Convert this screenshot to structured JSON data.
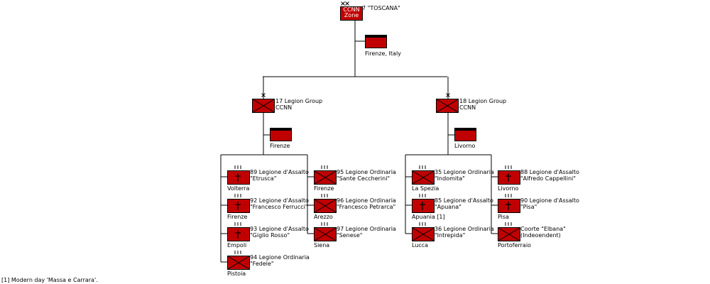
{
  "top": {
    "title": "7 \"TOSCANA\"",
    "symbol_lines": [
      "CCNN",
      "Zone"
    ],
    "hq_location": "Firenze, Italy"
  },
  "groups": [
    {
      "title_lines": [
        "17 Legion Group",
        "CCNN"
      ],
      "hq_location": "Firenze",
      "legions": [
        {
          "type": "assault",
          "lines": [
            "89 Legione d'Assalto",
            "\"Etrusca\""
          ],
          "location": "Volterra"
        },
        {
          "type": "assault",
          "lines": [
            "92 Legione d'Assalto",
            "\"Francesco Ferrucci\""
          ],
          "location": "Firenze"
        },
        {
          "type": "assault",
          "lines": [
            "93 Legione d'Assalto",
            "\"Giglio Rosso\""
          ],
          "location": "Empoli"
        },
        {
          "type": "ordinary",
          "lines": [
            "94 Legione Ordinaria",
            "\"Fedele\""
          ],
          "location": "Pistoia"
        },
        {
          "type": "ordinary",
          "lines": [
            "95 Legione Ordinaria",
            "\"Sante Ceccherini\""
          ],
          "location": "Firenze"
        },
        {
          "type": "ordinary",
          "lines": [
            "96 Legione Ordinaria",
            "\"Francesco Petrarca\""
          ],
          "location": "Arezzo"
        },
        {
          "type": "ordinary",
          "lines": [
            "97 Legione Ordinaria",
            "\"Senese\""
          ],
          "location": "Siena"
        }
      ]
    },
    {
      "title_lines": [
        "18 Legion Group",
        "CCNN"
      ],
      "hq_location": "Livorno",
      "legions": [
        {
          "type": "ordinary",
          "lines": [
            "35 Legione Ordinaria",
            "\"Indomita\""
          ],
          "location": "La Spezia"
        },
        {
          "type": "assault",
          "lines": [
            "85 Legione d'Assalto",
            "\"Apuana\""
          ],
          "location": "Apuania [1]"
        },
        {
          "type": "ordinary",
          "lines": [
            "36 Legione Ordinaria",
            "\"Intrepida\""
          ],
          "location": "Lucca"
        },
        {
          "type": "assault",
          "lines": [
            "88 Legione d'Assalto",
            "\"Alfredo Cappellini\""
          ],
          "location": "Livorno"
        },
        {
          "type": "assault",
          "lines": [
            "90 Legione d'Assalto",
            "\"Pisa\""
          ],
          "location": "Pisa"
        },
        {
          "type": "ordinary",
          "lines": [
            "Coorte \"Elbana\"",
            "(Indeoendent)"
          ],
          "location": "Portoferraio"
        }
      ]
    }
  ],
  "footnote": "[1] Modern day 'Massa e Carrara'.",
  "colors": {
    "unit_fill": "#c00000",
    "line": "#000000",
    "hq_bar": "#000000",
    "label": "#000000"
  },
  "symbols": {
    "unit": "crossed-box-symbol",
    "assault": "dagger-icon",
    "hq": "hq-flag-symbol",
    "echelon": "tick-marks"
  }
}
